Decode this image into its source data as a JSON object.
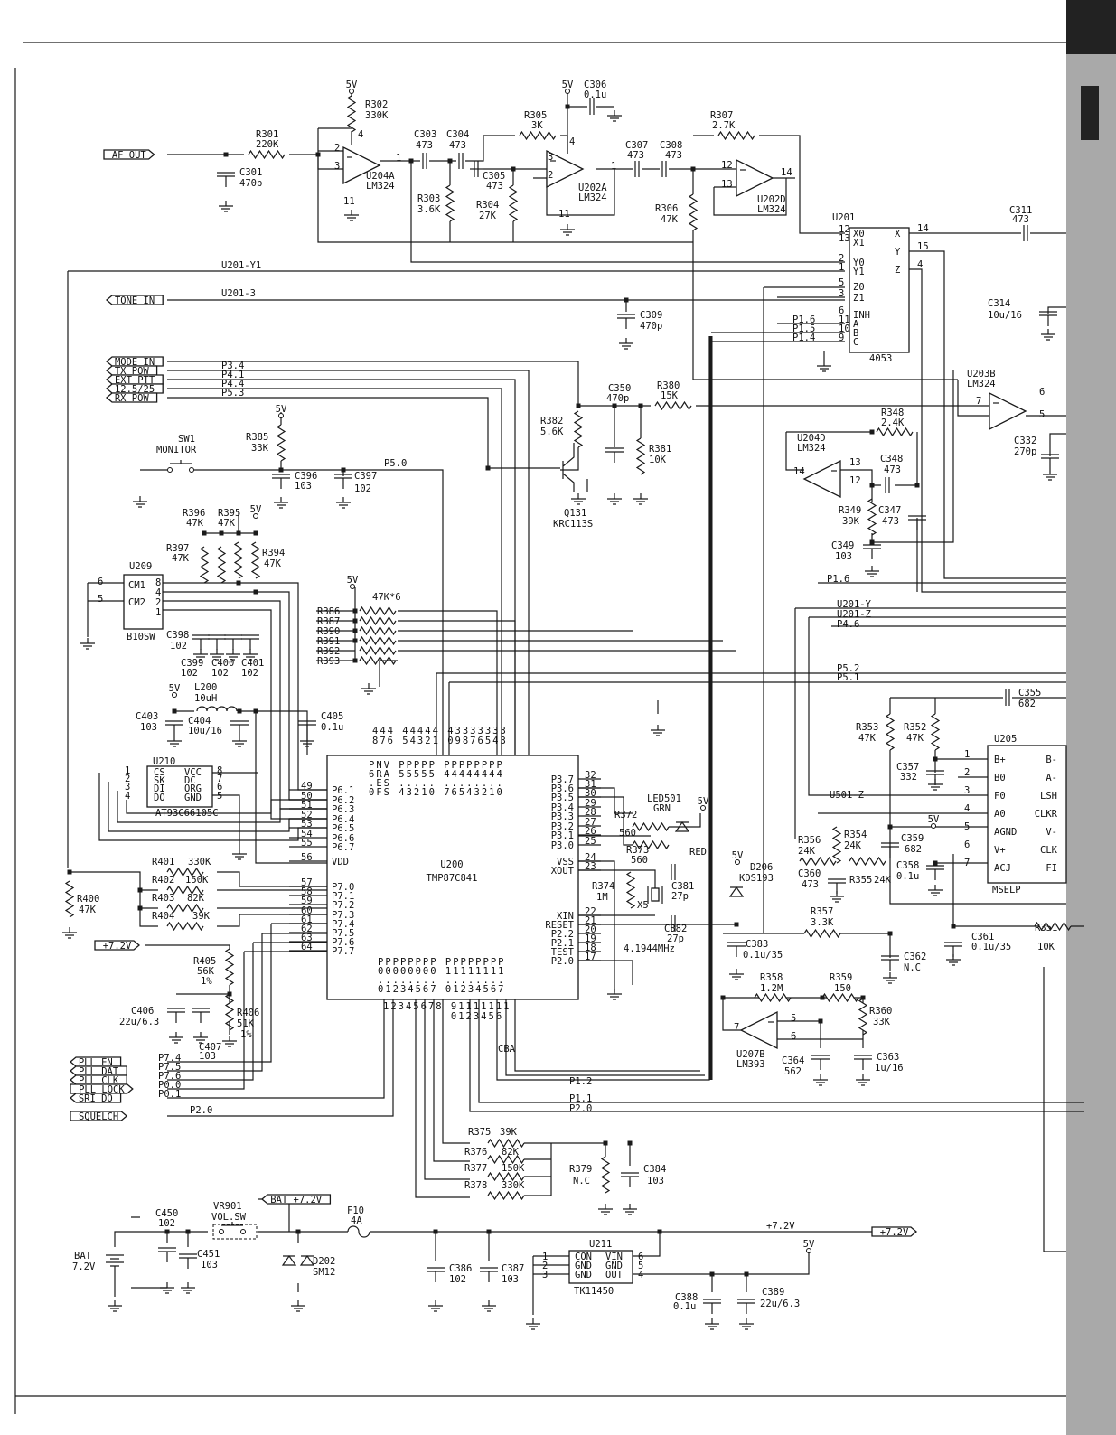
{
  "power_5v": "5V",
  "flags": [
    "AF OUT",
    "TONE IN",
    "MODE IN",
    "TX POW",
    "EXT PTT",
    "12.5/25",
    "RX POW",
    "PLL EN",
    "PLL DAT",
    "PLL CLK",
    "PLL LOCK",
    "SRI DO",
    "SQUELCH",
    "+7.2V",
    "BAT +7.2V",
    "+7.2V"
  ],
  "nets": [
    "U201-Y1",
    "U201-3",
    "P3.4",
    "P4.1",
    "P4.4",
    "P5.3",
    "P5.0",
    "P1.6",
    "P1.5",
    "P1.4",
    "P1.6",
    "U201-Y",
    "U201-Z",
    "P4.6",
    "P5.2",
    "P5.1",
    "U501-Z",
    "P7.4",
    "P7.5",
    "P7.6",
    "P0.0",
    "P0.1",
    "P2.0",
    "P1.2",
    "P1.1",
    "P2.0",
    "+7.2V",
    "CBA"
  ],
  "components": [
    {
      "ref": "R301",
      "value": "220K"
    },
    {
      "ref": "R302",
      "value": "330K"
    },
    {
      "ref": "C301",
      "value": "470p"
    },
    {
      "ref": "C303",
      "value": "473"
    },
    {
      "ref": "C304",
      "value": "473"
    },
    {
      "ref": "C305",
      "value": "473"
    },
    {
      "ref": "R303",
      "value": "3.6K"
    },
    {
      "ref": "R304",
      "value": "27K"
    },
    {
      "ref": "R305",
      "value": "3K"
    },
    {
      "ref": "C306",
      "value": "0.1u"
    },
    {
      "ref": "C307",
      "value": "473"
    },
    {
      "ref": "C308",
      "value": "473"
    },
    {
      "ref": "R307",
      "value": "2.7K"
    },
    {
      "ref": "R306",
      "value": "47K"
    },
    {
      "ref": "C311",
      "value": "473"
    },
    {
      "ref": "C309",
      "value": "470p"
    },
    {
      "ref": "C314",
      "value": "10u/16"
    },
    {
      "ref": "C350",
      "value": "470p"
    },
    {
      "ref": "R380",
      "value": "15K"
    },
    {
      "ref": "R382",
      "value": "5.6K"
    },
    {
      "ref": "R381",
      "value": "10K"
    },
    {
      "ref": "R385",
      "value": "33K"
    },
    {
      "ref": "C396",
      "value": "103"
    },
    {
      "ref": "C397",
      "value": "102"
    },
    {
      "ref": "C332",
      "value": "270p"
    },
    {
      "ref": "R348",
      "value": "2.4K"
    },
    {
      "ref": "C348",
      "value": "473"
    },
    {
      "ref": "R349",
      "value": "39K"
    },
    {
      "ref": "C347",
      "value": "473"
    },
    {
      "ref": "C349",
      "value": "103"
    },
    {
      "ref": "R396",
      "value": "47K"
    },
    {
      "ref": "R395",
      "value": "47K"
    },
    {
      "ref": "R397",
      "value": "47K"
    },
    {
      "ref": "R394",
      "value": "47K"
    },
    {
      "ref": "C398",
      "value": "102"
    },
    {
      "ref": "C399",
      "value": "102"
    },
    {
      "ref": "C400",
      "value": "102"
    },
    {
      "ref": "C401",
      "value": "102"
    },
    {
      "ref": "C403",
      "value": "103"
    },
    {
      "ref": "C404",
      "value": "10u/16"
    },
    {
      "ref": "C405",
      "value": "0.1u"
    },
    {
      "ref": "L200",
      "value": "10uH"
    },
    {
      "ref": "R401",
      "value": "330K"
    },
    {
      "ref": "R402",
      "value": "150K"
    },
    {
      "ref": "R403",
      "value": "82K"
    },
    {
      "ref": "R404",
      "value": "39K"
    },
    {
      "ref": "R400",
      "value": "47K"
    },
    {
      "ref": "R405",
      "value": "56K",
      "note": "1%"
    },
    {
      "ref": "R406",
      "value": "51K",
      "note": "1%"
    },
    {
      "ref": "C406",
      "value": "22u/6.3"
    },
    {
      "ref": "C407",
      "value": "103"
    },
    {
      "ref": "R372",
      "value": "560"
    },
    {
      "ref": "R373",
      "value": "560"
    },
    {
      "ref": "R374",
      "value": "1M"
    },
    {
      "ref": "C381",
      "value": "27p"
    },
    {
      "ref": "C382",
      "value": "27p"
    },
    {
      "ref": "X5",
      "value": "4.1944MHz"
    },
    {
      "ref": "LED501",
      "value": "GRN",
      "note": "RED"
    },
    {
      "ref": "D206",
      "value": "KDS193"
    },
    {
      "ref": "C383",
      "value": "0.1u/35"
    },
    {
      "ref": "R357",
      "value": "3.3K"
    },
    {
      "ref": "C362",
      "value": "N.C"
    },
    {
      "ref": "R358",
      "value": "1.2M"
    },
    {
      "ref": "R359",
      "value": "150"
    },
    {
      "ref": "R360",
      "value": "33K"
    },
    {
      "ref": "C364",
      "value": "562"
    },
    {
      "ref": "C363",
      "value": "1u/16"
    },
    {
      "ref": "R353",
      "value": "47K"
    },
    {
      "ref": "R352",
      "value": "47K"
    },
    {
      "ref": "C357",
      "value": "332"
    },
    {
      "ref": "C355",
      "value": "682"
    },
    {
      "ref": "C359",
      "value": "682"
    },
    {
      "ref": "C358",
      "value": "0.1u"
    },
    {
      "ref": "R356",
      "value": "24K"
    },
    {
      "ref": "R354",
      "value": "24K"
    },
    {
      "ref": "R355",
      "value": "24K"
    },
    {
      "ref": "C360",
      "value": "473"
    },
    {
      "ref": "C361",
      "value": "0.1u/35"
    },
    {
      "ref": "R351",
      "value": "10K"
    },
    {
      "ref": "R375",
      "value": "39K"
    },
    {
      "ref": "R376",
      "value": "82K"
    },
    {
      "ref": "R377",
      "value": "150K"
    },
    {
      "ref": "R378",
      "value": "330K"
    },
    {
      "ref": "R379",
      "value": "N.C"
    },
    {
      "ref": "C384",
      "value": "103"
    },
    {
      "ref": "C450",
      "value": "102"
    },
    {
      "ref": "C451",
      "value": "103"
    },
    {
      "ref": "F10",
      "value": "4A"
    },
    {
      "ref": "D202",
      "value": "SM12"
    },
    {
      "ref": "C386",
      "value": "102"
    },
    {
      "ref": "C387",
      "value": "103"
    },
    {
      "ref": "C388",
      "value": "0.1u"
    },
    {
      "ref": "C389",
      "value": "22u/6.3"
    },
    {
      "ref": "BAT",
      "value": "7.2V"
    },
    {
      "ref": "VR901",
      "value": "VOL.SW"
    },
    {
      "ref": "SW1",
      "value": "MONITOR"
    },
    {
      "ref": "Q131",
      "value": "KRC113S"
    }
  ],
  "resistor_array": {
    "value": "47K*6",
    "refs": [
      "R386",
      "R387",
      "R390",
      "R391",
      "R392",
      "R393"
    ]
  },
  "opamps": [
    {
      "ref": "U204A",
      "part": "LM324",
      "pins": [
        "4",
        "2",
        "3",
        "1",
        "11"
      ]
    },
    {
      "ref": "U202A",
      "part": "LM324",
      "pins": [
        "4",
        "3",
        "2",
        "1",
        "11"
      ]
    },
    {
      "ref": "U202D",
      "part": "LM324",
      "pins": [
        "12",
        "13",
        "14"
      ]
    },
    {
      "ref": "U203B",
      "part": "LM324",
      "pins": [
        "6",
        "5",
        "7"
      ]
    },
    {
      "ref": "U204D",
      "part": "LM324",
      "pins": [
        "13",
        "12",
        "14"
      ]
    },
    {
      "ref": "U207B",
      "part": "LM393",
      "pins": [
        "5",
        "6",
        "7"
      ]
    }
  ],
  "u201": {
    "ref": "U201",
    "part": "4053",
    "left": [
      {
        "num": "12",
        "name": "X0"
      },
      {
        "num": "13",
        "name": "X1"
      },
      {
        "num": "2",
        "name": "Y0"
      },
      {
        "num": "1",
        "name": "Y1"
      },
      {
        "num": "5",
        "name": "Z0"
      },
      {
        "num": "3",
        "name": "Z1"
      },
      {
        "num": "6",
        "name": "INH"
      },
      {
        "num": "11",
        "name": "A"
      },
      {
        "num": "10",
        "name": "B"
      },
      {
        "num": "9",
        "name": "C"
      }
    ],
    "right": [
      {
        "num": "14",
        "name": "X"
      },
      {
        "num": "15",
        "name": "Y"
      },
      {
        "num": "4",
        "name": "Z"
      }
    ]
  },
  "u200": {
    "ref": "U200",
    "part": "TMP87C841",
    "left": [
      {
        "num": "49",
        "name": "P6.1"
      },
      {
        "num": "50",
        "name": "P6.2"
      },
      {
        "num": "51",
        "name": "P6.3"
      },
      {
        "num": "52",
        "name": "P6.4"
      },
      {
        "num": "53",
        "name": "P6.5"
      },
      {
        "num": "54",
        "name": "P6.6"
      },
      {
        "num": "55",
        "name": "P6.7"
      },
      {
        "num": "56",
        "name": "VDD"
      },
      {
        "num": "57",
        "name": "P7.0"
      },
      {
        "num": "58",
        "name": "P7.1"
      },
      {
        "num": "59",
        "name": "P7.2"
      },
      {
        "num": "60",
        "name": "P7.3"
      },
      {
        "num": "61",
        "name": "P7.4"
      },
      {
        "num": "62",
        "name": "P7.5"
      },
      {
        "num": "63",
        "name": "P7.6"
      },
      {
        "num": "64",
        "name": "P7.7"
      }
    ],
    "right": [
      {
        "num": "32",
        "name": "P3.7"
      },
      {
        "num": "31",
        "name": "P3.6"
      },
      {
        "num": "30",
        "name": "P3.5"
      },
      {
        "num": "29",
        "name": "P3.4"
      },
      {
        "num": "28",
        "name": "P3.3"
      },
      {
        "num": "27",
        "name": "P3.2"
      },
      {
        "num": "26",
        "name": "P3.1"
      },
      {
        "num": "25",
        "name": "P3.0"
      },
      {
        "num": "24",
        "name": "VSS"
      },
      {
        "num": "23",
        "name": "XOUT"
      },
      {
        "num": "22",
        "name": "XIN"
      },
      {
        "num": "21",
        "name": "RESET"
      },
      {
        "num": "20",
        "name": "P2.2"
      },
      {
        "num": "19",
        "name": "P2.1"
      },
      {
        "num": "18",
        "name": "TEST"
      },
      {
        "num": "17",
        "name": "P2.0"
      }
    ],
    "top_rows": [
      "PNV PPPPP PPPPPPPP",
      "6RA 55555 44444444",
      ".ES ..... ........",
      "0FS 43210 76543210"
    ],
    "top_pin_rows": [
      "444 44444 43333333",
      "876 54321 09876543"
    ],
    "bottom_rows": [
      "PPPPPPPP PPPPPPPP",
      "00000000 11111111",
      "........ ........",
      "01234567 01234567"
    ],
    "bottom_pin_rows": [
      "12345678 91111111",
      "         0123456"
    ]
  },
  "u209": {
    "ref": "U209",
    "part": "B10SW",
    "left": [
      {
        "num": "6",
        "name": "CM1"
      },
      {
        "num": "5",
        "name": "CM2"
      }
    ],
    "right_nums": [
      "8",
      "4",
      "2",
      "1"
    ]
  },
  "u210": {
    "ref": "U210",
    "part": "AT93C66105C",
    "left": [
      {
        "num": "1",
        "name": "CS"
      },
      {
        "num": "2",
        "name": "SK"
      },
      {
        "num": "3",
        "name": "DI"
      },
      {
        "num": "4",
        "name": "DO"
      }
    ],
    "right": [
      {
        "num": "8",
        "name": "VCC"
      },
      {
        "num": "7",
        "name": "DC"
      },
      {
        "num": "6",
        "name": "ORG"
      },
      {
        "num": "5",
        "name": "GND"
      }
    ]
  },
  "u205": {
    "ref": "U205",
    "part": "MSELP",
    "left": [
      {
        "num": "1",
        "name": "B+"
      },
      {
        "num": "2",
        "name": "B0"
      },
      {
        "num": "3",
        "name": "F0"
      },
      {
        "num": "4",
        "name": "A0"
      },
      {
        "num": "5",
        "name": "AGND"
      },
      {
        "num": "6",
        "name": "V+"
      },
      {
        "num": "7",
        "name": "ACJ"
      }
    ],
    "right": [
      "B-",
      "A-",
      "LSH",
      "CLKR",
      "V-",
      "CLK",
      "FI"
    ]
  },
  "u211": {
    "ref": "U211",
    "part": "TK11450",
    "left": [
      {
        "num": "1",
        "name": "CON"
      },
      {
        "num": "2",
        "name": "GND"
      },
      {
        "num": "3",
        "name": "GND"
      }
    ],
    "right": [
      {
        "num": "6",
        "name": "VIN"
      },
      {
        "num": "5",
        "name": "GND"
      },
      {
        "num": "4",
        "name": "OUT"
      }
    ]
  }
}
